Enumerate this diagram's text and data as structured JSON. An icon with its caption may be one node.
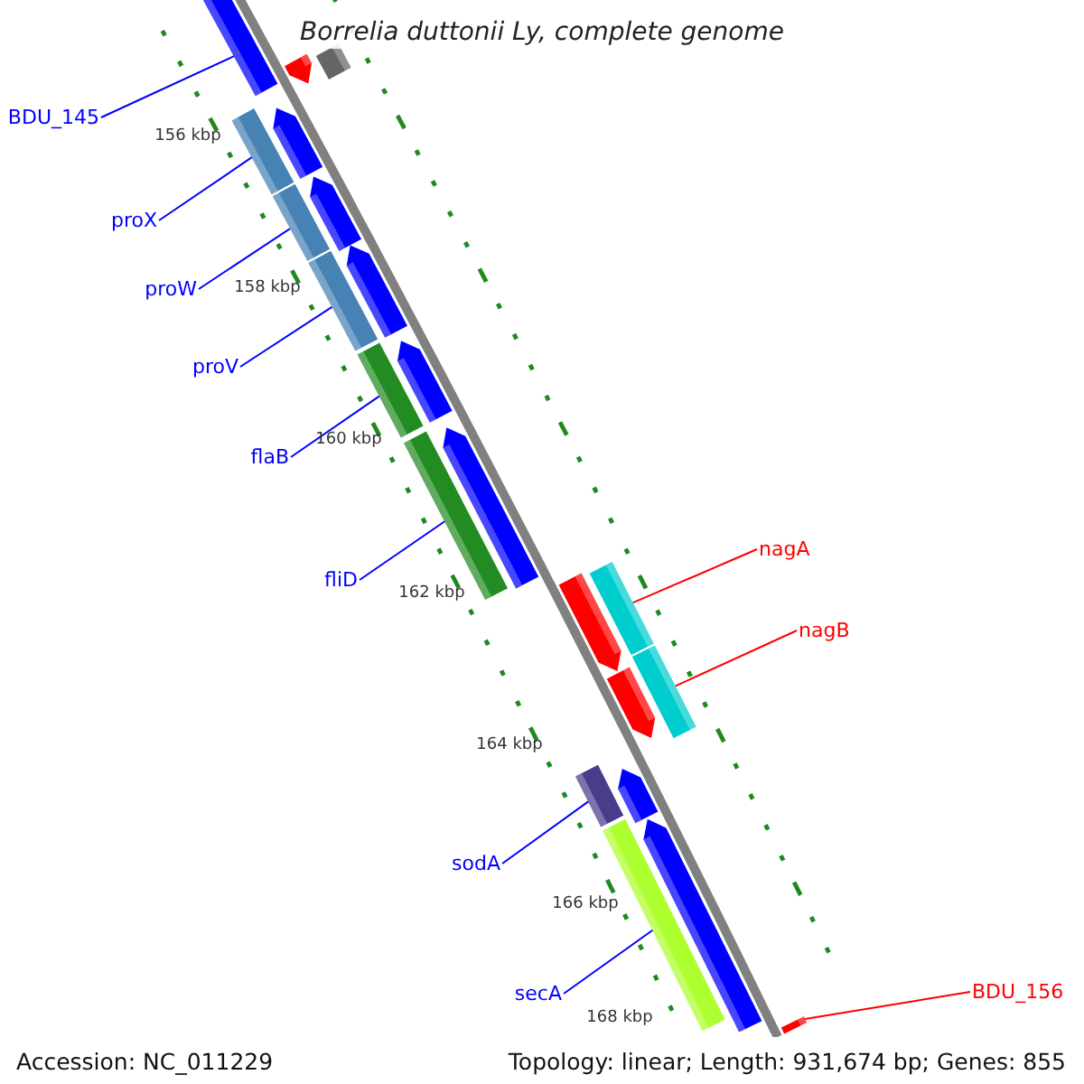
{
  "diagram": {
    "title": "Borrelia duttonii Ly, complete genome",
    "nodes": [
      {
        "text": [
          "BDU_145"
        ]
      },
      {
        "text": [
          "proX"
        ]
      },
      {
        "text": [
          "proW"
        ]
      },
      {
        "text": [
          "proV"
        ]
      },
      {
        "text": [
          "flaB"
        ]
      },
      {
        "text": [
          "fliD"
        ]
      },
      {
        "text": [
          "sodA"
        ]
      },
      {
        "text": [
          "secA"
        ]
      },
      {
        "text": [
          "nagA"
        ]
      },
      {
        "text": [
          "nagB"
        ]
      },
      {
        "text": [
          "BDU_156"
        ]
      },
      {
        "text": [],
        "shape": "pentagon"
      },
      {
        "text": [],
        "shape": "pentagon"
      },
      {
        "text": [],
        "shape": "bar"
      },
      {
        "text": [],
        "shape": "bar"
      },
      {
        "text": [],
        "shape": "pentagon"
      },
      {
        "text": [],
        "shape": "bar"
      },
      {
        "text": [],
        "shape": "pentagon"
      },
      {
        "text": [],
        "shape": "bar"
      },
      {
        "text": [],
        "shape": "pentagon"
      },
      {
        "text": [],
        "shape": "bar"
      },
      {
        "text": [],
        "shape": "pentagon"
      },
      {
        "text": [],
        "shape": "bar"
      },
      {
        "text": [],
        "shape": "pentagon"
      },
      {
        "text": [],
        "shape": "pentagon"
      },
      {
        "text": [],
        "shape": "bar"
      },
      {
        "text": [],
        "shape": "bar"
      },
      {
        "text": [],
        "shape": "pentagon"
      },
      {
        "text": [],
        "shape": "bar"
      },
      {
        "text": [],
        "shape": "pentagon"
      },
      {
        "text": [],
        "shape": "bar"
      },
      {
        "text": [],
        "shape": "pentagon"
      },
      {
        "text": [],
        "shape": "pentagon"
      }
    ],
    "edges": [
      {
        "from": 0,
        "to": 11,
        "arrow": "none"
      },
      {
        "from": 1,
        "to": 14,
        "arrow": "none"
      },
      {
        "from": 2,
        "to": 16,
        "arrow": "none"
      },
      {
        "from": 3,
        "to": 18,
        "arrow": "none"
      },
      {
        "from": 4,
        "to": 20,
        "arrow": "none"
      },
      {
        "from": 5,
        "to": 22,
        "arrow": "none"
      },
      {
        "from": 6,
        "to": 28,
        "arrow": "none"
      },
      {
        "from": 7,
        "to": 30,
        "arrow": "none"
      },
      {
        "from": 8,
        "to": 25,
        "arrow": "none",
        "color": "#ff0000"
      },
      {
        "from": 9,
        "to": 26,
        "arrow": "none",
        "color": "#ff0000"
      },
      {
        "from": 10,
        "to": 32,
        "arrow": "none",
        "color": "#ff0000"
      }
    ],
    "labels": [
      "156 kbp",
      "158 kbp",
      "160 kbp",
      "162 kbp",
      "164 kbp",
      "166 kbp",
      "168 kbp",
      "Accession: NC_011229",
      "Topology: linear; Length: 931,674 bp; Genes: 855"
    ]
  }
}
